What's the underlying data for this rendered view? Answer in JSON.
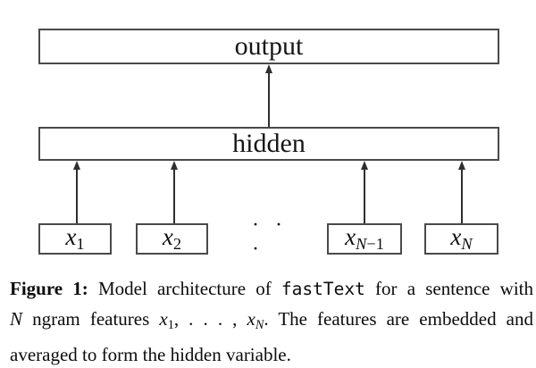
{
  "colors": {
    "background": "#ffffff",
    "box_border": "#4a4a4a",
    "arrow": "#2f2f2f",
    "text": "#101010"
  },
  "diagram": {
    "output_label": "output",
    "hidden_label": "hidden",
    "ellipsis": "· · ·",
    "inputs": [
      {
        "name": "x1",
        "segments": [
          {
            "t": "x",
            "s": "i"
          },
          {
            "t": "1",
            "s": "sub"
          }
        ]
      },
      {
        "name": "x2",
        "segments": [
          {
            "t": "x",
            "s": "i"
          },
          {
            "t": "2",
            "s": "sub"
          }
        ]
      },
      {
        "name": "xN-1",
        "segments": [
          {
            "t": "x",
            "s": "i"
          },
          {
            "t": "N",
            "s": "isub"
          },
          {
            "t": "−1",
            "s": "sub"
          }
        ]
      },
      {
        "name": "xN",
        "segments": [
          {
            "t": "x",
            "s": "i"
          },
          {
            "t": "N",
            "s": "isub"
          }
        ]
      }
    ]
  },
  "caption": {
    "lines": [
      {
        "segments": [
          {
            "t": "Figure 1:",
            "s": "b"
          },
          {
            "t": " Model architecture of ",
            "s": ""
          },
          {
            "t": "fastText",
            "s": "m"
          },
          {
            "t": " for a sentence with",
            "s": ""
          }
        ]
      },
      {
        "segments": [
          {
            "t": "N",
            "s": "i"
          },
          {
            "t": " ngram features ",
            "s": ""
          },
          {
            "t": "x",
            "s": "i"
          },
          {
            "t": "1",
            "s": "sub"
          },
          {
            "t": ", . . . , ",
            "s": ""
          },
          {
            "t": "x",
            "s": "i"
          },
          {
            "t": "N",
            "s": "isub"
          },
          {
            "t": ". The features are embedded and",
            "s": ""
          }
        ]
      },
      {
        "segments": [
          {
            "t": "averaged to form the hidden variable.",
            "s": ""
          }
        ]
      }
    ]
  }
}
